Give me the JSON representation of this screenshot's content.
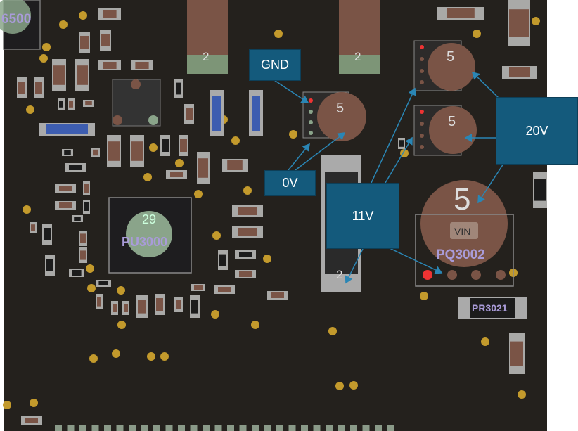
{
  "board": {
    "colors": {
      "board": "#24211d",
      "pad": "#a9a9a7",
      "copper": "#7a5446",
      "via": "#c39a2c",
      "silk": "#a99bd9",
      "callout": "#145a7c",
      "arrow": "#1f6f96"
    },
    "designators": {
      "u_topleft": "6500",
      "pu3000": "PU3000",
      "pu3000_pins": "29",
      "pq3002": "PQ3002",
      "pr3021": "PR3021",
      "vin": "VIN"
    },
    "pad_numbers": {
      "cap_left": "2",
      "cap_right": "2",
      "inductor": "2",
      "chip_gnd": "5",
      "chip_top": "5",
      "chip_mid": "5",
      "pq3002": "5"
    }
  },
  "callouts": {
    "gnd": "GND",
    "zero_v": "0V",
    "eleven_v": "11V",
    "twenty_v": "20V"
  }
}
